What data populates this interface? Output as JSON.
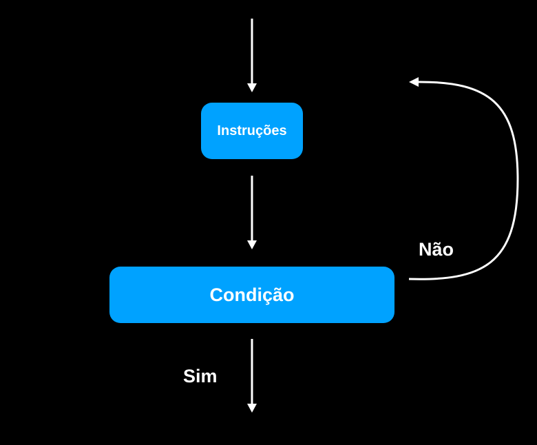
{
  "diagram": {
    "type": "flowchart-loop",
    "nodes": [
      {
        "id": "instrucoes",
        "label": "Instruções",
        "shape": "rounded-rect"
      },
      {
        "id": "condicao",
        "label": "Condição",
        "shape": "rounded-rect"
      }
    ],
    "edges": [
      {
        "from": "start",
        "to": "instrucoes",
        "label": ""
      },
      {
        "from": "instrucoes",
        "to": "condicao",
        "label": ""
      },
      {
        "from": "condicao",
        "to": "instrucoes",
        "label": "Não"
      },
      {
        "from": "condicao",
        "to": "end",
        "label": "Sim"
      }
    ],
    "colors": {
      "background": "#000000",
      "node_fill": "#00A2FF",
      "node_text": "#FFFFFF",
      "arrow": "#FFFFFF"
    }
  }
}
